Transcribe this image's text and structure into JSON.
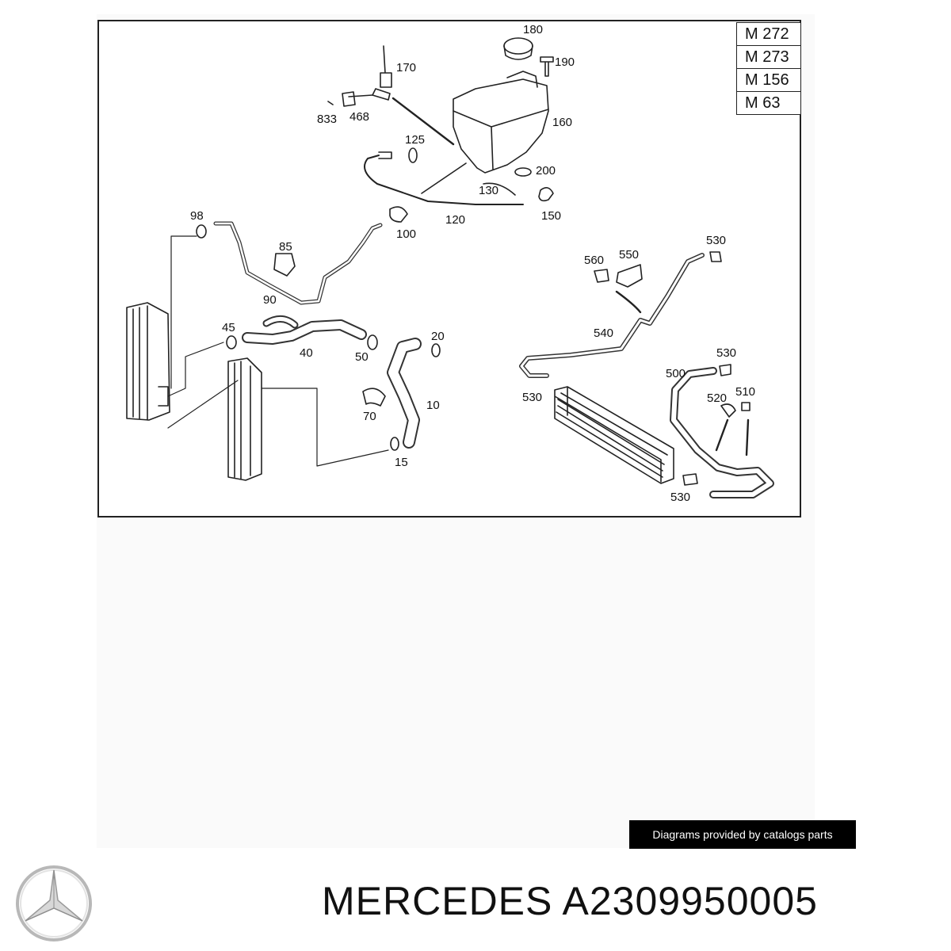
{
  "engines": [
    "M 272",
    "M 273",
    "M 156",
    "M 63"
  ],
  "callouts": {
    "c180": "180",
    "c170": "170",
    "c190": "190",
    "c833": "833",
    "c468": "468",
    "c160": "160",
    "c125": "125",
    "c200": "200",
    "c130": "130",
    "c150": "150",
    "c120": "120",
    "c98": "98",
    "c100": "100",
    "c85": "85",
    "c90": "90",
    "c45": "45",
    "c40": "40",
    "c50": "50",
    "c20": "20",
    "c10": "10",
    "c70": "70",
    "c15": "15",
    "c560": "560",
    "c550": "550",
    "c530a": "530",
    "c540": "540",
    "c530b": "530",
    "c500": "500",
    "c530c": "530",
    "c520": "520",
    "c510": "510",
    "c530d": "530"
  },
  "credit": "Diagrams provided by catalogs parts",
  "brand": "MERCEDES",
  "part_number": "A2309950005",
  "logo_icon": "mercedes-star-icon"
}
